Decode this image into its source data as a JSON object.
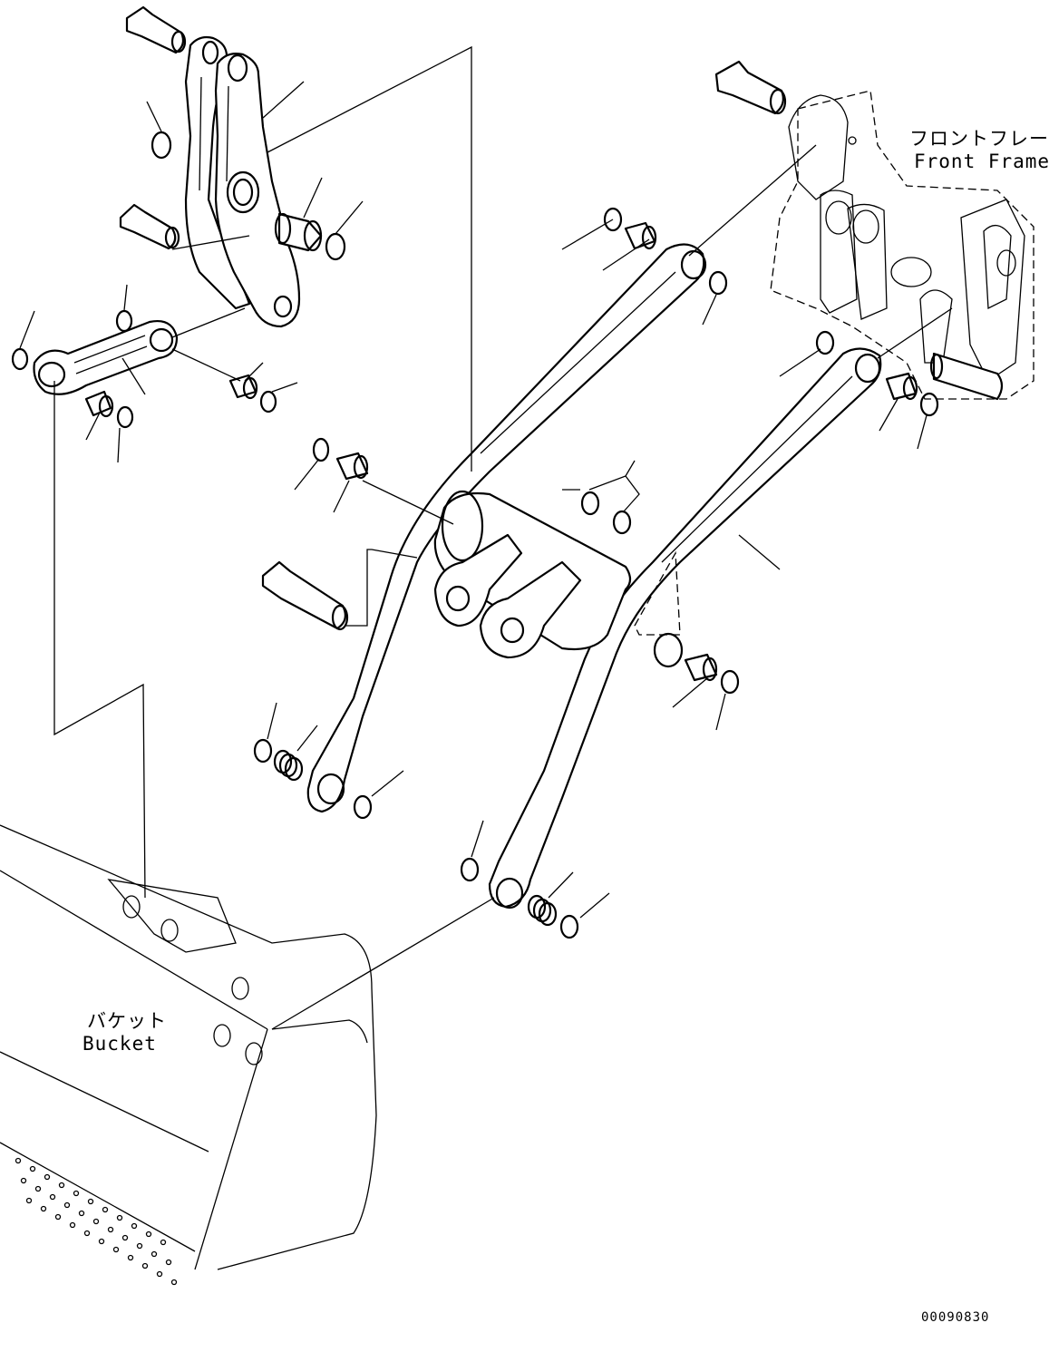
{
  "labels": {
    "front_frame_jp": "フロントフレーム",
    "front_frame_en": "Front Frame",
    "bucket_jp": "バケット",
    "bucket_en": "Bucket",
    "drawing_number": "00090830"
  },
  "colors": {
    "line": "#000000",
    "background": "#ffffff"
  }
}
